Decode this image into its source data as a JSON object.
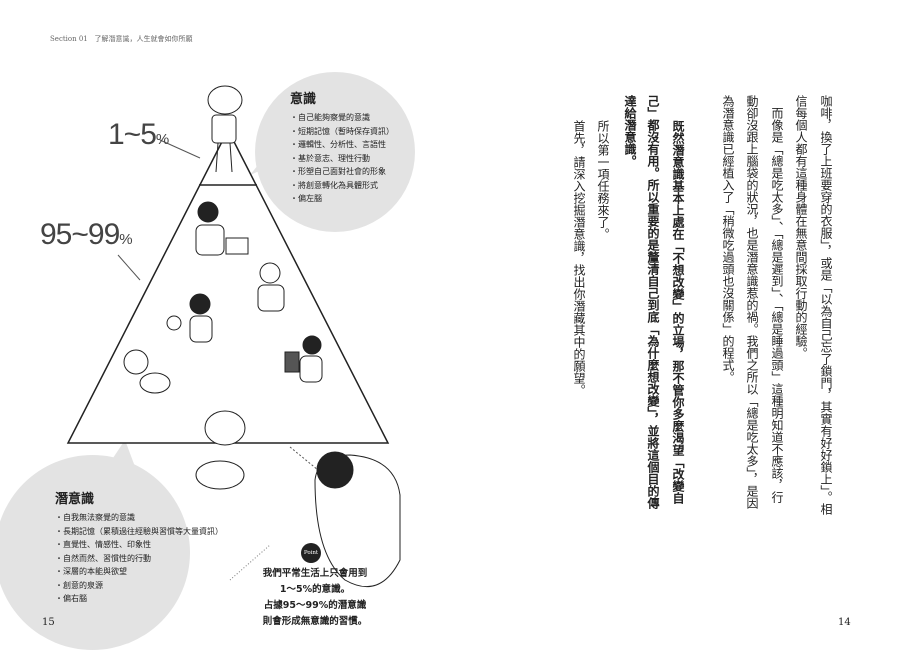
{
  "header": {
    "section": "Section 01",
    "title": "了解潛意識，人生就會如你所願"
  },
  "pyramid": {
    "top_label": "1~5",
    "bottom_label": "95~99",
    "percent_sign": "%"
  },
  "conscious": {
    "title": "意識",
    "items": [
      "自己能夠察覺的意識",
      "短期記憶（暫時保存資訊）",
      "邏輯性、分析性、言語性",
      "基於意志、理性行動",
      "形塑自己面對社會的形象",
      "將創意轉化為具體形式",
      "偏左腦"
    ]
  },
  "subconscious": {
    "title": "潛意識",
    "items": [
      "自我無法察覺的意識",
      "長期記憶（累積過往經驗與習慣等大量資訊）",
      "直覺性、情感性、印象性",
      "自然而然、習慣性的行動",
      "深層的本能與欲望",
      "創意的泉源",
      "偏右腦"
    ]
  },
  "point": {
    "badge": "Point",
    "lines": [
      "我們平常生活上只會用到",
      "1～5%的意識。",
      "占據95～99%的潛意識",
      "則會形成無意識的習慣。"
    ]
  },
  "body_columns": [
    {
      "text": "咖啡，換了上班要穿的衣服」，或是「以為自己忘了鎖門，其實有好好鎖上」。相",
      "bold": false
    },
    {
      "text": "信每個人都有這種身體在無意間採取行動的經驗。",
      "bold": false
    },
    {
      "text": "而像是「總是吃太多」、「總是遲到」、「總是睡過頭」這種明知道不應該，行",
      "bold": false
    },
    {
      "text": "動卻沒跟上腦袋的狀況，也是潛意識惹的禍。我們之所以「總是吃太多」，是因",
      "bold": false
    },
    {
      "text": "為潛意識已經植入了「稍微吃過頭也沒關係」的程式。",
      "bold": false
    },
    {
      "text": "既然潛意識基本上處在「不想改變」的立場，那不管你多麼渴望「改變自",
      "bold": true
    },
    {
      "text": "己」都沒有用。所以重要的是釐清自己到底「為什麼想改變」，並將這個目的傳",
      "bold": true
    },
    {
      "text": "達給潛意識。",
      "bold": true
    },
    {
      "text": "所以第一項任務來了。",
      "bold": false
    },
    {
      "text": "首先，請深入挖掘潛意識，找出你潛藏其中的願望。",
      "bold": false
    }
  ],
  "page_numbers": {
    "left": "15",
    "right": "14"
  }
}
